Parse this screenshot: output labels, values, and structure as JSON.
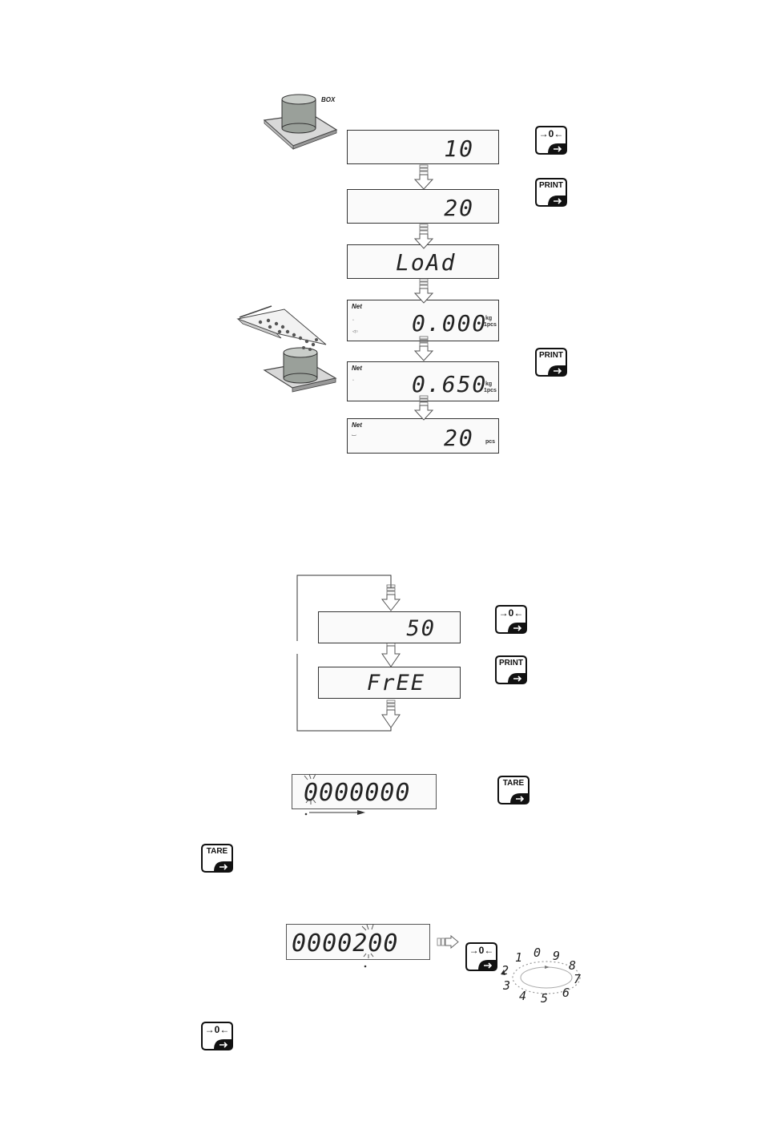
{
  "figure1": {
    "box_label": "BOX",
    "displays": [
      {
        "value": "10"
      },
      {
        "value": "20"
      },
      {
        "value": "LoAd"
      },
      {
        "net": "Net",
        "value": "0.000",
        "unit_top": "kg",
        "unit_bottom": "1pcs"
      },
      {
        "net": "Net",
        "value": "0.650",
        "unit_top": "kg",
        "unit_bottom": "1pcs"
      },
      {
        "net": "Net",
        "value": "20",
        "unit": "pcs"
      }
    ],
    "keys": {
      "zero_label": "→0←",
      "print_label": "PRINT",
      "print2_label": "PRINT"
    }
  },
  "figure2": {
    "displays": [
      {
        "value": "50"
      },
      {
        "value": "FrEE"
      }
    ],
    "keys": {
      "zero_label": "→0←",
      "print_label": "PRINT"
    }
  },
  "figure3": {
    "display_value": "0000000",
    "tare_label": "TARE",
    "tare2_label": "TARE"
  },
  "figure4": {
    "display_value": "0000200",
    "zero_label": "→0←",
    "zero2_label": "→0←",
    "dial_digits": [
      "0",
      "9",
      "8",
      "7",
      "6",
      "5",
      "4",
      "3",
      "2",
      "1"
    ]
  }
}
